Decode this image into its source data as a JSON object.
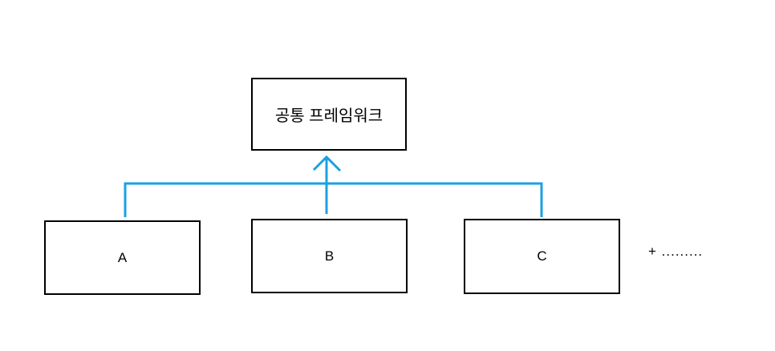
{
  "diagram": {
    "root": {
      "label": "공통 프레임워크"
    },
    "children": [
      {
        "label": "A"
      },
      {
        "label": "B"
      },
      {
        "label": "C"
      }
    ],
    "more_label": "+ .........",
    "colors": {
      "connector": "#1CA0E2",
      "box_border": "#000000",
      "background": "#FFFFFF",
      "text": "#000000"
    }
  }
}
